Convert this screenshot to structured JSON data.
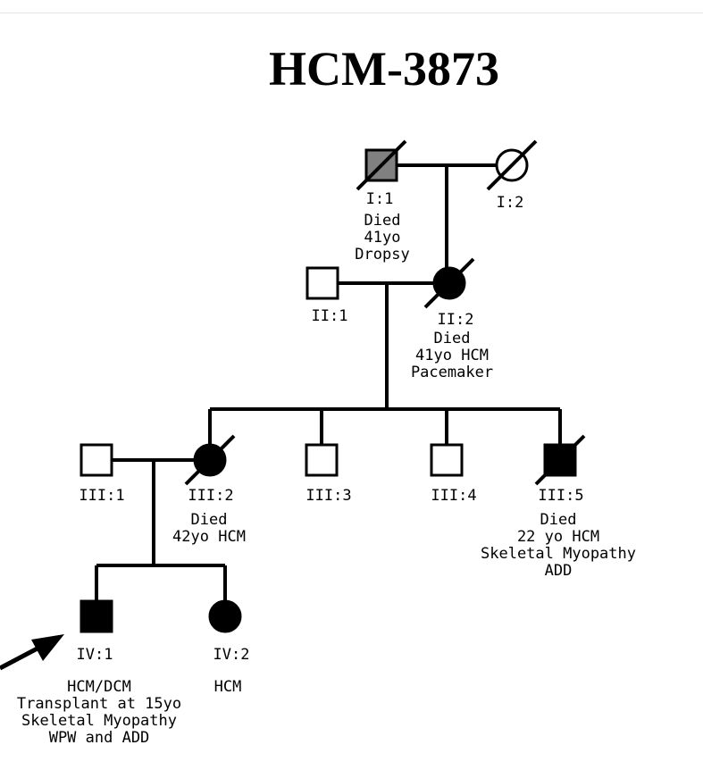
{
  "title": "HCM-3873",
  "colors": {
    "affected": "#000000",
    "unaffected": "#ffffff",
    "uncertain": "#808080"
  },
  "individuals": [
    {
      "id": "I:1",
      "sex": "male",
      "status": "uncertain",
      "deceased": true,
      "notes": [
        "Died",
        "41yo",
        "Dropsy"
      ]
    },
    {
      "id": "I:2",
      "sex": "female",
      "status": "unaffected",
      "deceased": true,
      "notes": []
    },
    {
      "id": "II:1",
      "sex": "male",
      "status": "unaffected",
      "deceased": false,
      "notes": []
    },
    {
      "id": "II:2",
      "sex": "female",
      "status": "affected",
      "deceased": true,
      "notes": [
        "Died",
        "41yo HCM",
        "Pacemaker"
      ]
    },
    {
      "id": "III:1",
      "sex": "male",
      "status": "unaffected",
      "deceased": false,
      "notes": []
    },
    {
      "id": "III:2",
      "sex": "female",
      "status": "affected",
      "deceased": true,
      "notes": [
        "Died",
        "42yo HCM"
      ]
    },
    {
      "id": "III:3",
      "sex": "male",
      "status": "unaffected",
      "deceased": false,
      "notes": []
    },
    {
      "id": "III:4",
      "sex": "male",
      "status": "unaffected",
      "deceased": false,
      "notes": []
    },
    {
      "id": "III:5",
      "sex": "male",
      "status": "affected",
      "deceased": true,
      "notes": [
        "Died",
        "22 yo HCM",
        "Skeletal Myopathy",
        "ADD"
      ]
    },
    {
      "id": "IV:1",
      "sex": "male",
      "status": "affected",
      "deceased": false,
      "proband": true,
      "notes": [
        "HCM/DCM",
        "Transplant at 15yo",
        "Skeletal Myopathy",
        "WPW and ADD"
      ]
    },
    {
      "id": "IV:2",
      "sex": "female",
      "status": "affected",
      "deceased": false,
      "notes": [
        "HCM"
      ]
    }
  ]
}
